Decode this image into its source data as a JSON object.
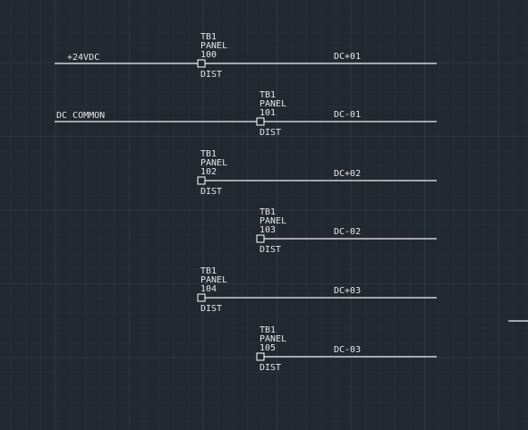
{
  "drawing": {
    "background": "#212830",
    "grid_major_color": "#2e3946",
    "grid_minor_color": "#262e38",
    "line_color": "#f2f2f2",
    "text_color": "#e8e8e8",
    "labels": {
      "supply_positive": "+24VDC",
      "supply_common": "DC COMMON"
    },
    "terminals": [
      {
        "strip": "TB1",
        "location": "PANEL",
        "number": "100",
        "function": "DIST",
        "wire": "DC+01"
      },
      {
        "strip": "TB1",
        "location": "PANEL",
        "number": "101",
        "function": "DIST",
        "wire": "DC-01"
      },
      {
        "strip": "TB1",
        "location": "PANEL",
        "number": "102",
        "function": "DIST",
        "wire": "DC+02"
      },
      {
        "strip": "TB1",
        "location": "PANEL",
        "number": "103",
        "function": "DIST",
        "wire": "DC-02"
      },
      {
        "strip": "TB1",
        "location": "PANEL",
        "number": "104",
        "function": "DIST",
        "wire": "DC+03"
      },
      {
        "strip": "TB1",
        "location": "PANEL",
        "number": "105",
        "function": "DIST",
        "wire": "DC-03"
      }
    ]
  }
}
